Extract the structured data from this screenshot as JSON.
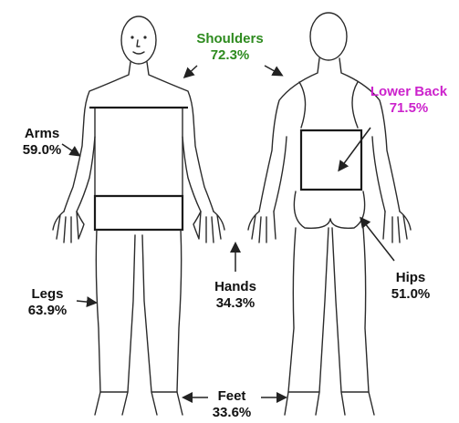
{
  "colors": {
    "outline": "#2b2b2b",
    "shoulders": "#2e8b1f",
    "lower_back": "#cc22cc",
    "default_label": "#111111"
  },
  "regions": {
    "shoulders": {
      "name": "Shoulders",
      "percent": "72.3%"
    },
    "lower_back": {
      "name": "Lower Back",
      "percent": "71.5%"
    },
    "arms": {
      "name": "Arms",
      "percent": "59.0%"
    },
    "hands": {
      "name": "Hands",
      "percent": "34.3%"
    },
    "legs": {
      "name": "Legs",
      "percent": "63.9%"
    },
    "hips": {
      "name": "Hips",
      "percent": "51.0%"
    },
    "feet": {
      "name": "Feet",
      "percent": "33.6%"
    }
  }
}
